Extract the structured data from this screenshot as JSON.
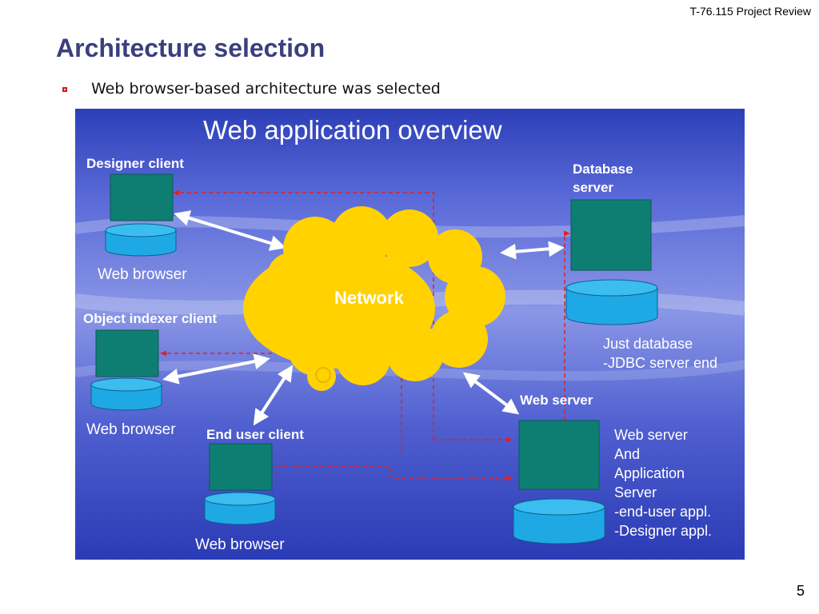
{
  "slide": {
    "header": "T-76.115 Project Review",
    "title": "Architecture selection",
    "page_number": "5"
  },
  "main": {
    "bullet": "Web browser-based architecture was selected"
  },
  "diagram": {
    "title": "Web application overview",
    "network_label": "Network",
    "designer_client": {
      "label": "Designer client",
      "browser": "Web browser"
    },
    "object_indexer_client": {
      "label": "Object indexer client",
      "browser": "Web browser"
    },
    "end_user_client": {
      "label": "End user client",
      "browser": "Web browser"
    },
    "database_server": {
      "label_line1": "Database",
      "label_line2": "server",
      "desc_line1": "Just database",
      "desc_line2": "-JDBC server end"
    },
    "web_server": {
      "label": "Web server",
      "desc": [
        "Web server",
        "And",
        "Application",
        "Server",
        "-end-user appl.",
        "-Designer appl."
      ]
    },
    "colors": {
      "box_fill": "#0e7e73",
      "cylinder_fill": "#1fa9e4",
      "cloud_fill": "#ffd200",
      "dashed_link": "#e02020",
      "arrow": "#ffffff",
      "background": "#3d4fc8"
    }
  }
}
